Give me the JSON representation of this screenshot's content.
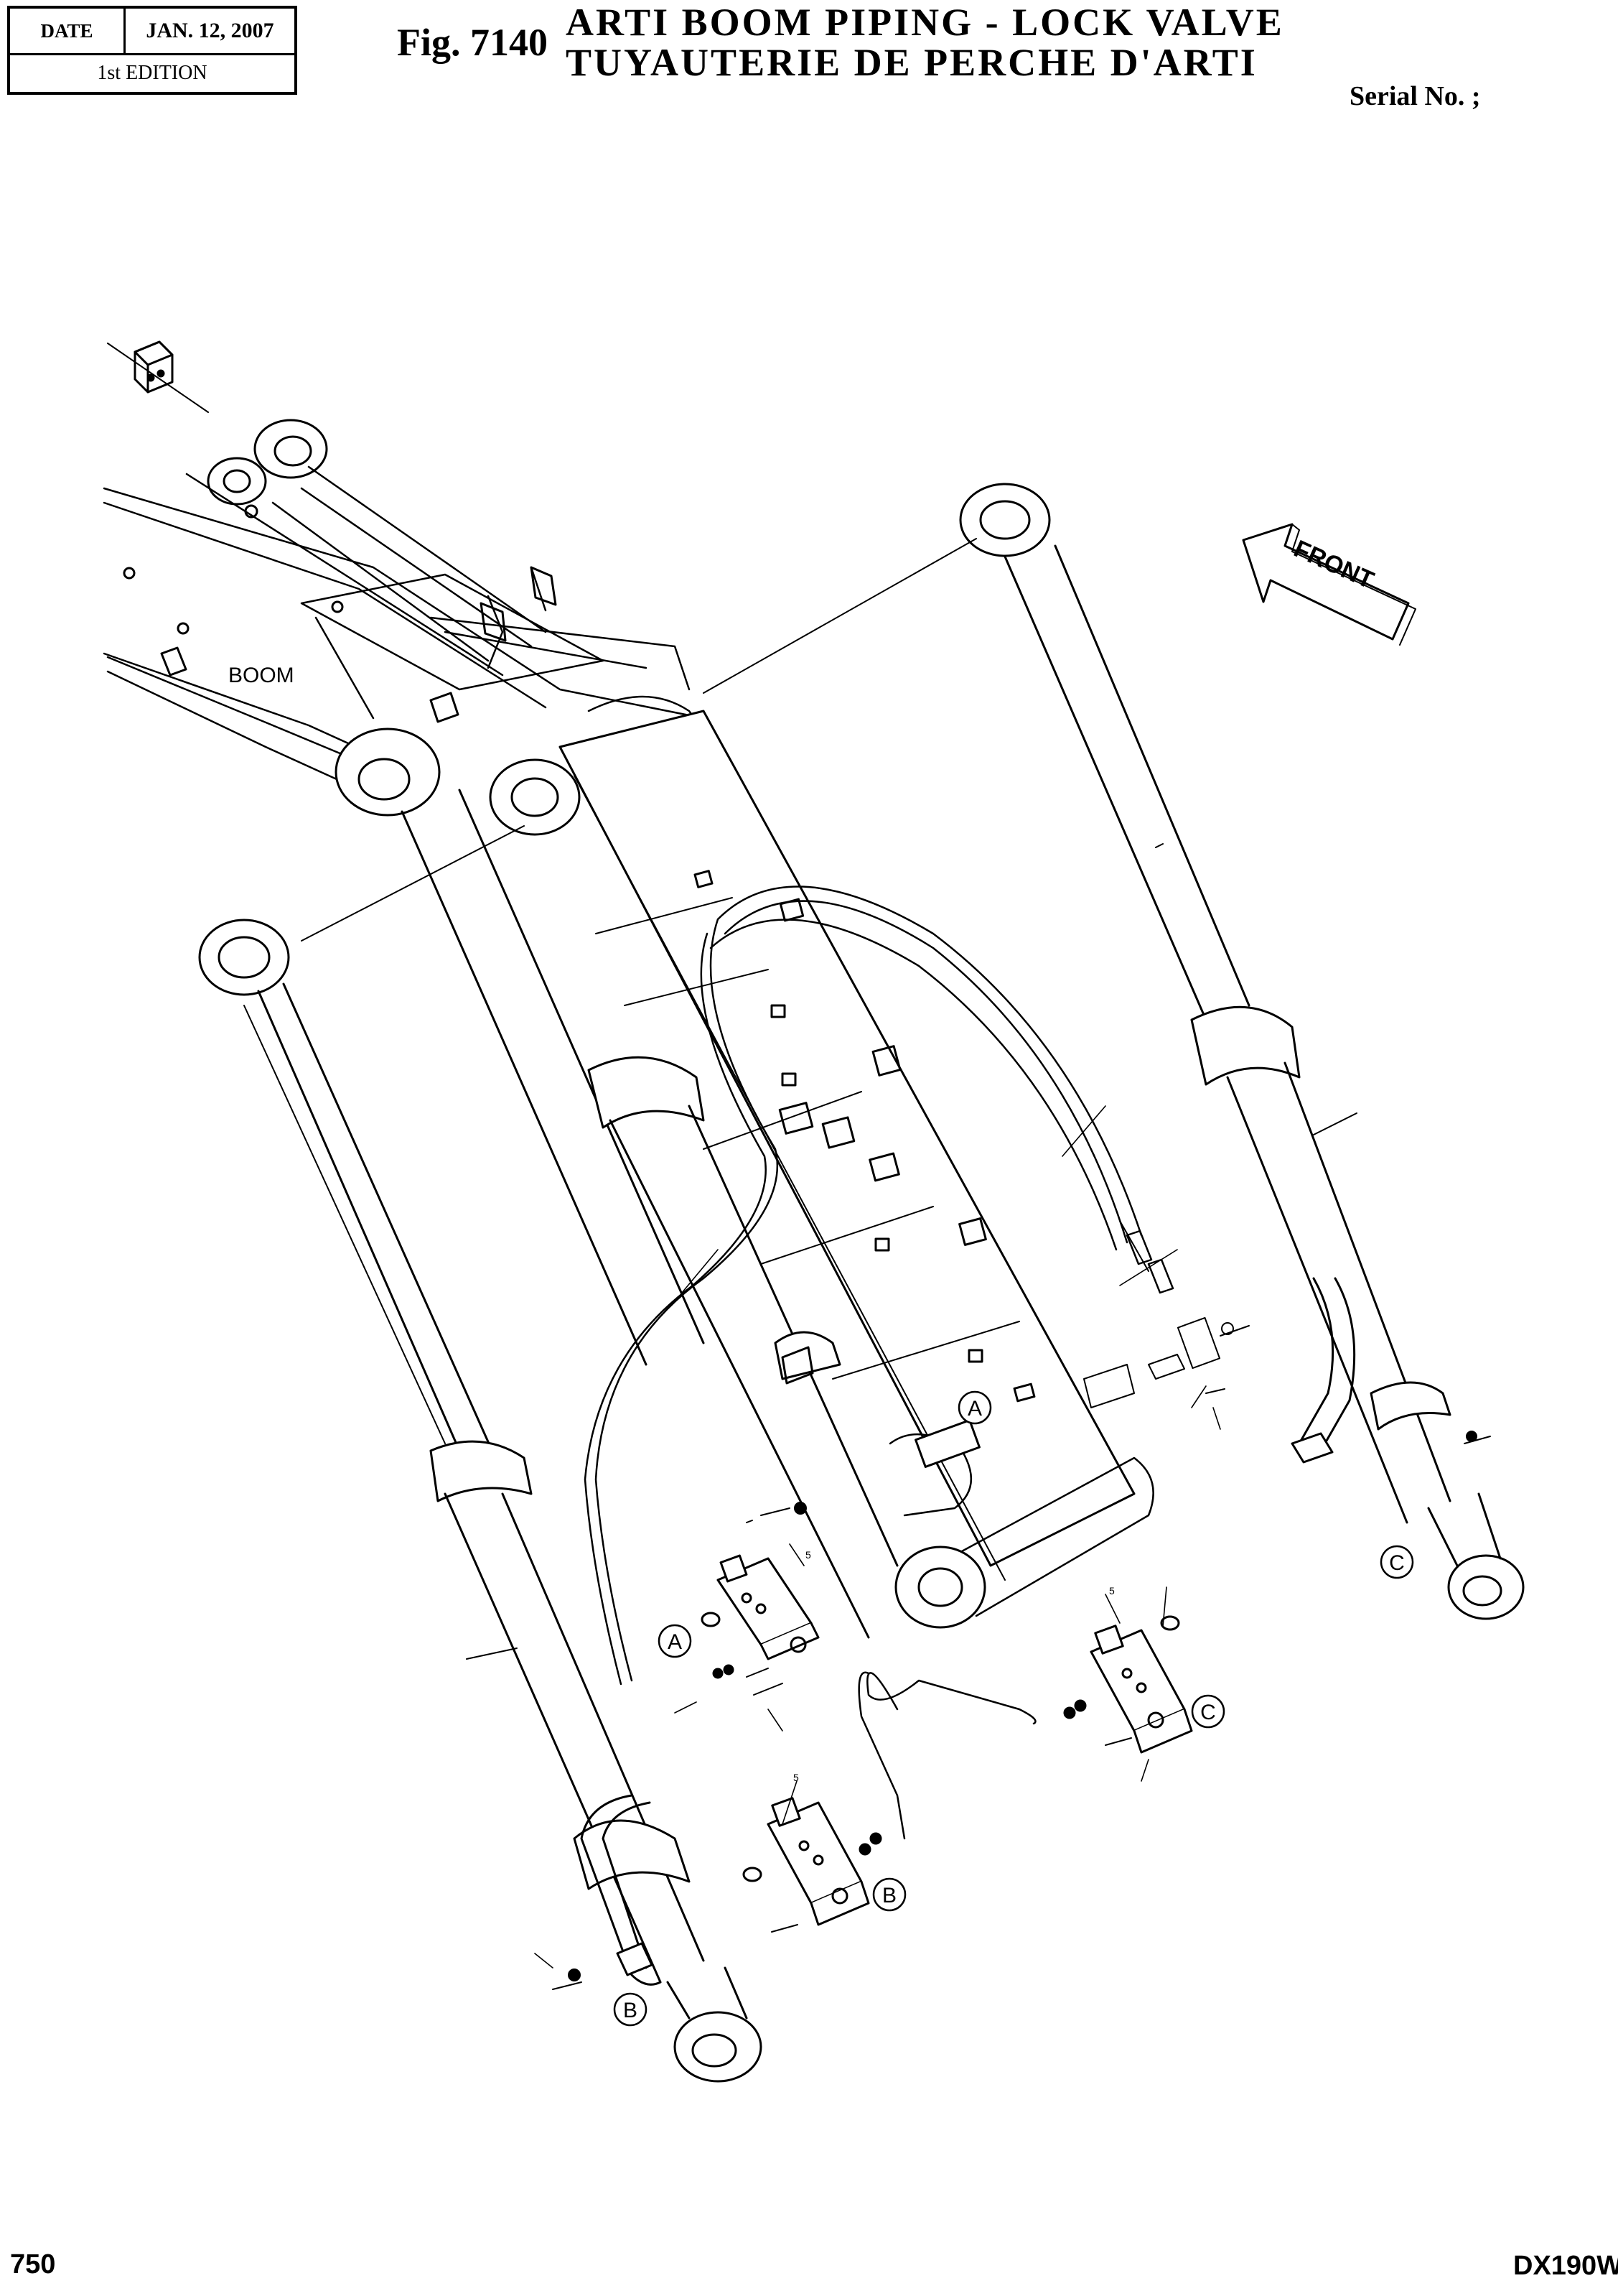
{
  "header": {
    "date_label": "DATE",
    "date_value": "JAN. 12, 2007",
    "edition": "1st EDITION"
  },
  "figure": {
    "number": "Fig. 7140",
    "title_en": "ARTI BOOM PIPING - LOCK VALVE",
    "title_fr": "TUYAUTERIE DE PERCHE D'ARTI",
    "serial": "Serial No. ;"
  },
  "diagram": {
    "boom_label": "BOOM",
    "front_label": "FRONT",
    "callouts": {
      "a": "A",
      "b": "B",
      "c": "C"
    },
    "valve_ref": "5"
  },
  "footer": {
    "page": "750",
    "model": "DX190W"
  }
}
